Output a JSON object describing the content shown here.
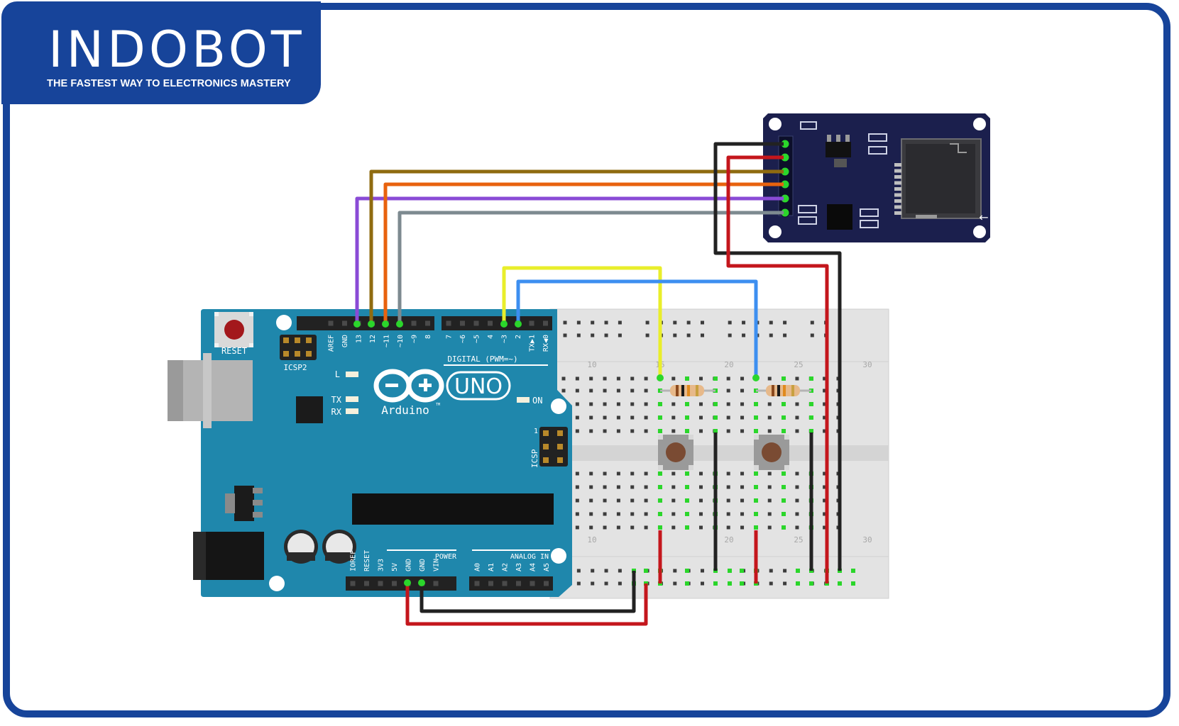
{
  "brand": {
    "logo_text": "INDOBOT",
    "tagline": "THE FASTEST WAY TO ELECTRONICS MASTERY"
  },
  "arduino": {
    "reset_label": "RESET",
    "icsp2_label": "ICSP2",
    "icsp_label": "ICSP",
    "l_label": "L",
    "tx_label": "TX",
    "rx_label": "RX",
    "on_label": "ON",
    "model_label": "UNO",
    "brand_label": "Arduino",
    "tm_label": "TM",
    "digital_label": "DIGITAL (PWM=~)",
    "power_label": "POWER",
    "analog_label": "ANALOG IN",
    "icsp_pin1_label": "1",
    "header_top_left_pins": [
      "AREF",
      "GND",
      "13",
      "12",
      "~11",
      "~10",
      "~9",
      "8"
    ],
    "header_top_right_pins": [
      "7",
      "~6",
      "~5",
      "4",
      "~3",
      "2",
      "TX▶1",
      "RX◀0"
    ],
    "power_pins": [
      "IOREF",
      "RESET",
      "3V3",
      "5V",
      "GND",
      "GND",
      "VIN"
    ],
    "analog_pins": [
      "A0",
      "A1",
      "A2",
      "A3",
      "A4",
      "A5"
    ]
  },
  "breadboard": {
    "column_numbers": [
      "10",
      "15",
      "20",
      "25",
      "30"
    ]
  },
  "colors": {
    "brand_blue": "#17449a",
    "arduino_teal": "#1f87ac",
    "sd_board": "#1b1f4d",
    "wire_black": "#222222",
    "wire_red": "#c4161c",
    "wire_brown": "#8f6b10",
    "wire_orange": "#e8620e",
    "wire_purple": "#8a4bd6",
    "wire_gray": "#7d8a90",
    "wire_yellow": "#e9ee2a",
    "wire_blue": "#3d8ff0"
  }
}
